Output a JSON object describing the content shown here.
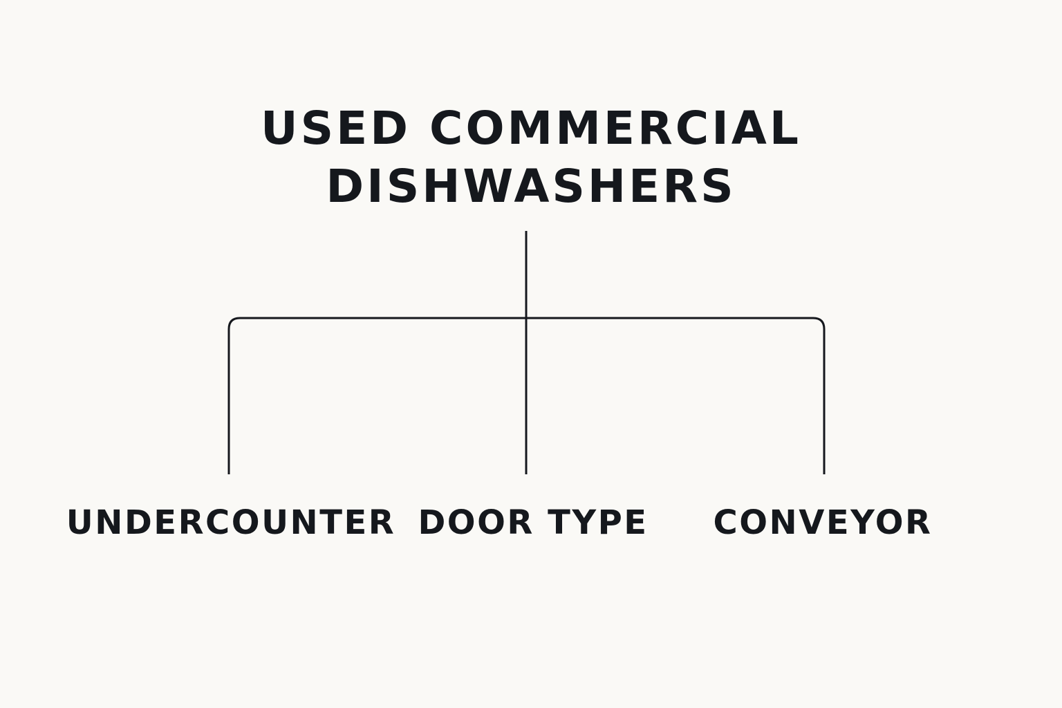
{
  "diagram": {
    "root": {
      "line1": "USED COMMERCIAL",
      "line2": "DISHWASHERS"
    },
    "children": [
      {
        "label": "UNDERCOUNTER"
      },
      {
        "label": "DOOR TYPE"
      },
      {
        "label": "CONVEYOR"
      }
    ],
    "colors": {
      "background": "#faf9f6",
      "ink": "#15181d"
    }
  }
}
